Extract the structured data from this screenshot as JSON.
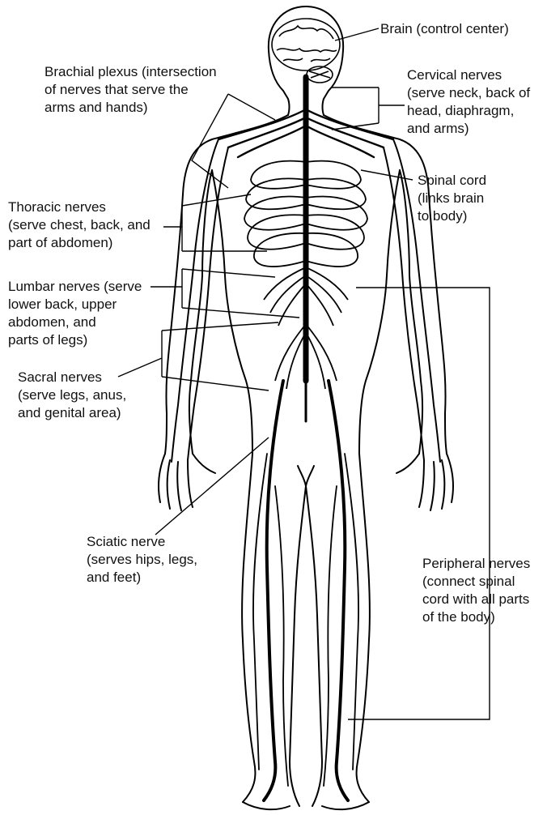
{
  "labels": {
    "brain": [
      "Brain (control center)"
    ],
    "brachial": [
      "Brachial plexus (intersection",
      "of nerves that serve the",
      "arms and hands)"
    ],
    "cervical": [
      "Cervical nerves",
      "(serve neck, back of",
      "head, diaphragm,",
      "and arms)"
    ],
    "spinal": [
      "Spinal cord",
      "(links brain",
      "to body)"
    ],
    "thoracic": [
      "Thoracic nerves",
      "(serve chest, back, and",
      "part of abdomen)"
    ],
    "lumbar": [
      "Lumbar nerves (serve",
      "lower back, upper",
      "abdomen, and",
      "parts of legs)"
    ],
    "sacral": [
      "Sacral nerves",
      "(serve legs, anus,",
      "and genital area)"
    ],
    "sciatic": [
      "Sciatic nerve",
      "(serves hips, legs,",
      "and feet)"
    ],
    "peripheral": [
      "Peripheral nerves",
      "(connect spinal",
      "cord with all parts",
      "of the body)"
    ]
  },
  "colors": {
    "ink": "#000000",
    "background": "#ffffff"
  }
}
